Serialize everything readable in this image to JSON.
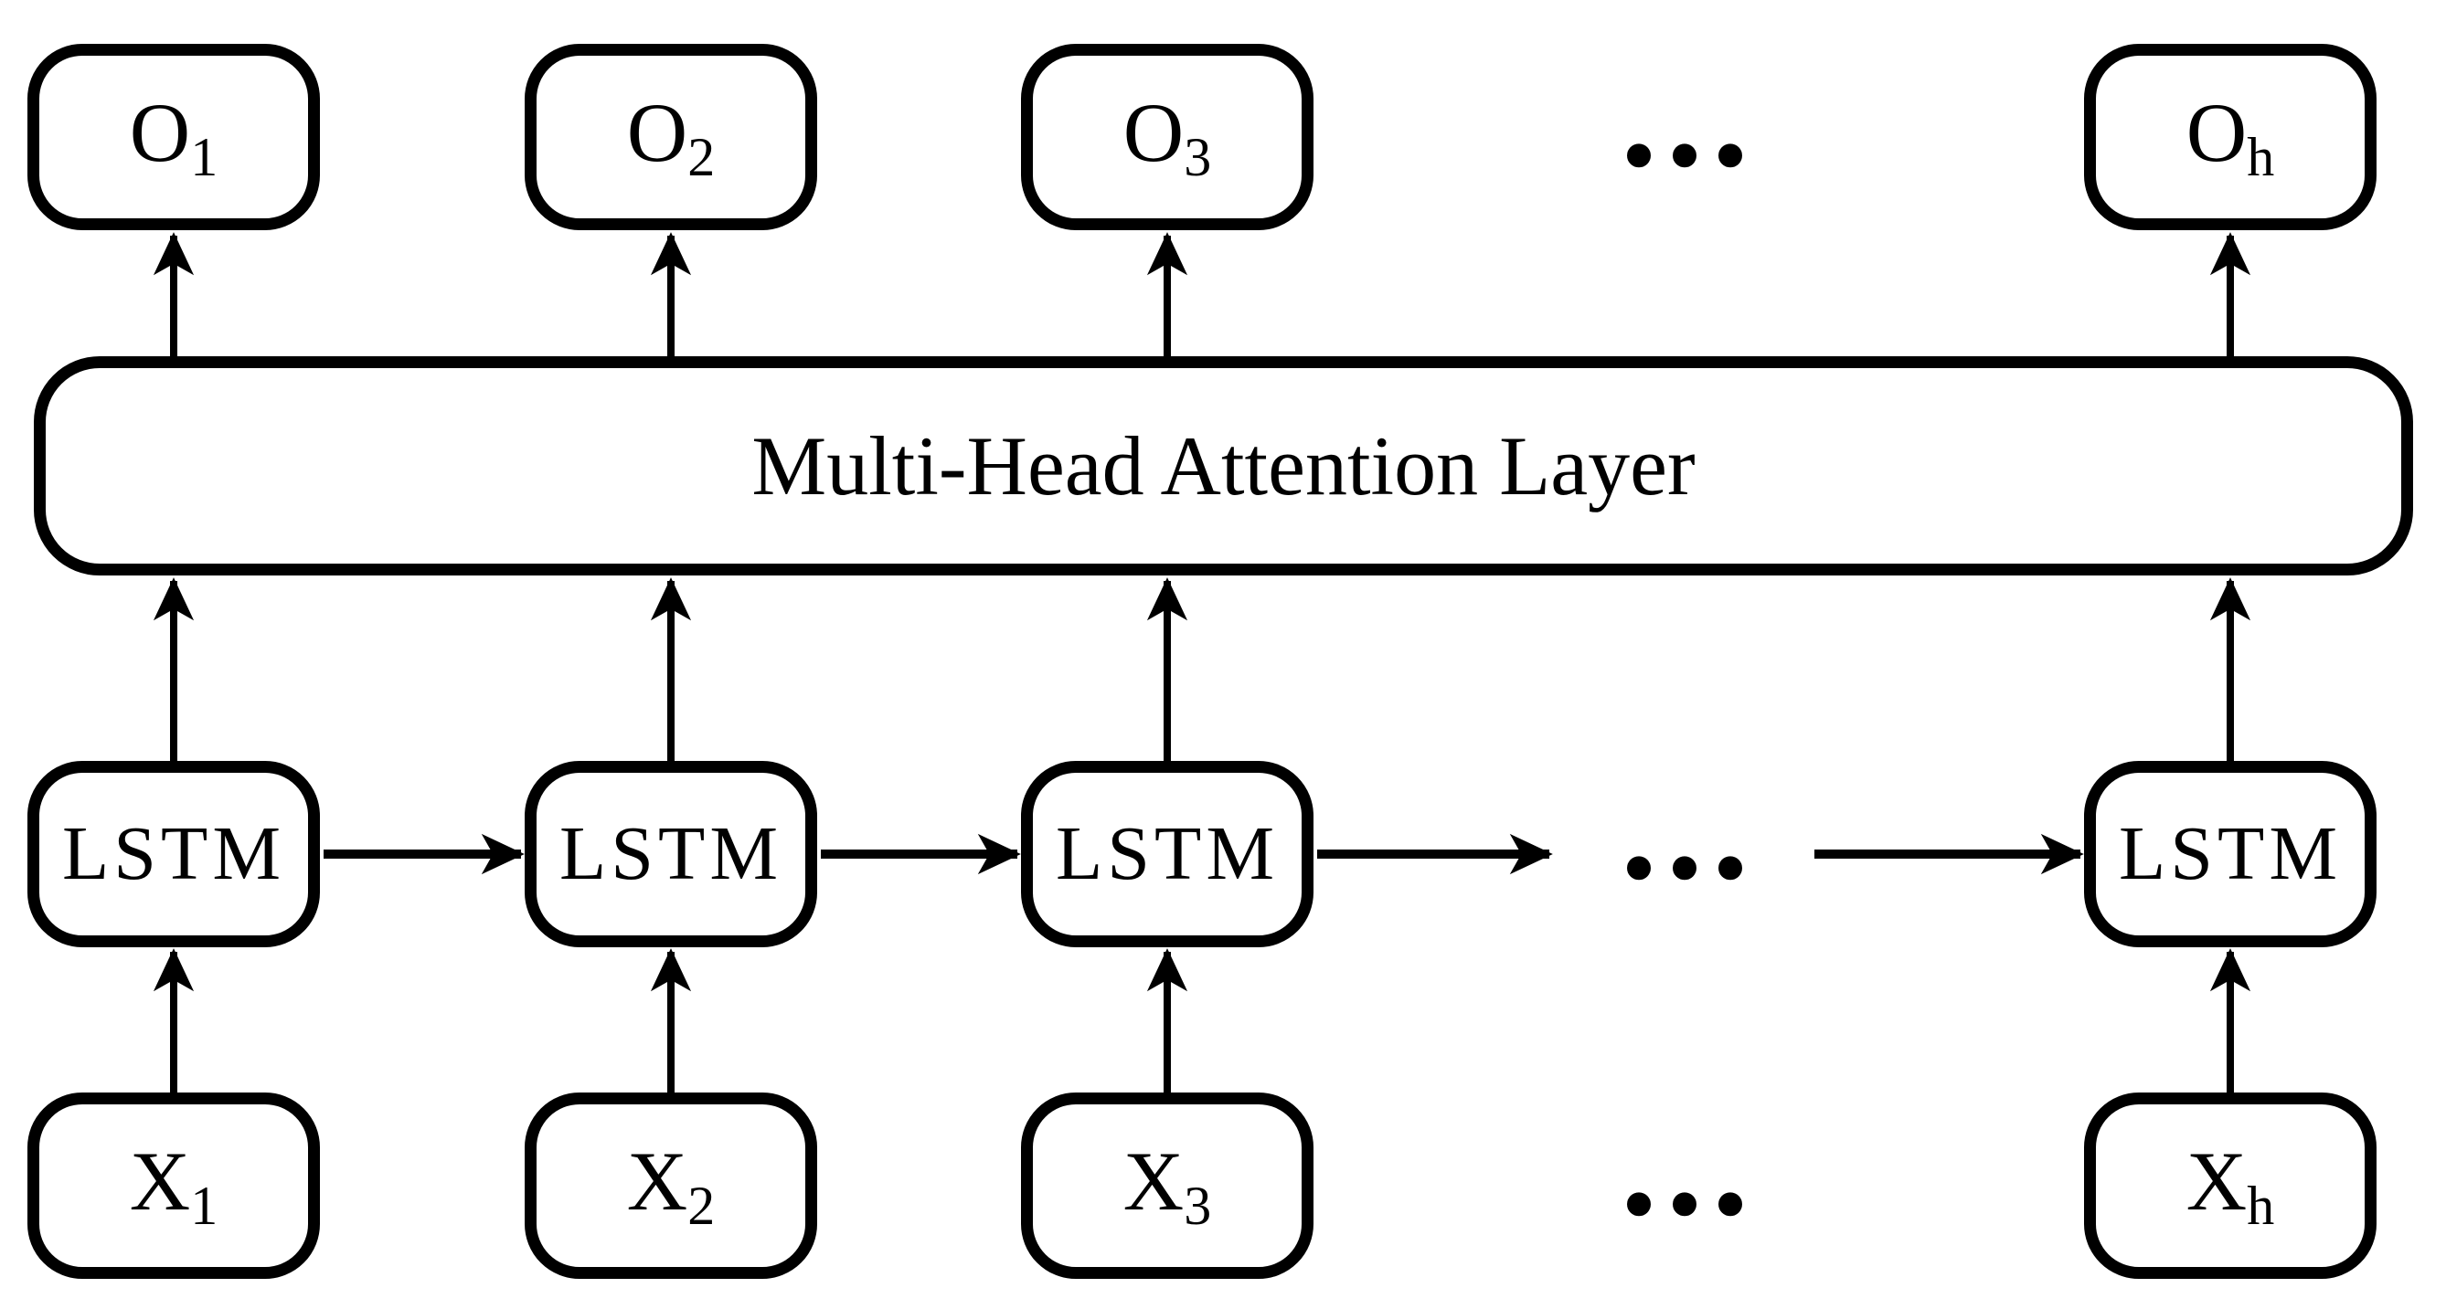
{
  "colors": {
    "ink": "#000000",
    "paper": "#ffffff"
  },
  "diagram": {
    "attention": {
      "label": "Multi-Head Attention Layer"
    },
    "ellipsis": "...",
    "outputs": [
      {
        "base": "O",
        "sub": "1"
      },
      {
        "base": "O",
        "sub": "2"
      },
      {
        "base": "O",
        "sub": "3"
      },
      {
        "base": "O",
        "sub": "h"
      }
    ],
    "lstms": [
      "LSTM",
      "LSTM",
      "LSTM",
      "LSTM"
    ],
    "inputs": [
      {
        "base": "X",
        "sub": "1"
      },
      {
        "base": "X",
        "sub": "2"
      },
      {
        "base": "X",
        "sub": "3"
      },
      {
        "base": "X",
        "sub": "h"
      }
    ]
  }
}
